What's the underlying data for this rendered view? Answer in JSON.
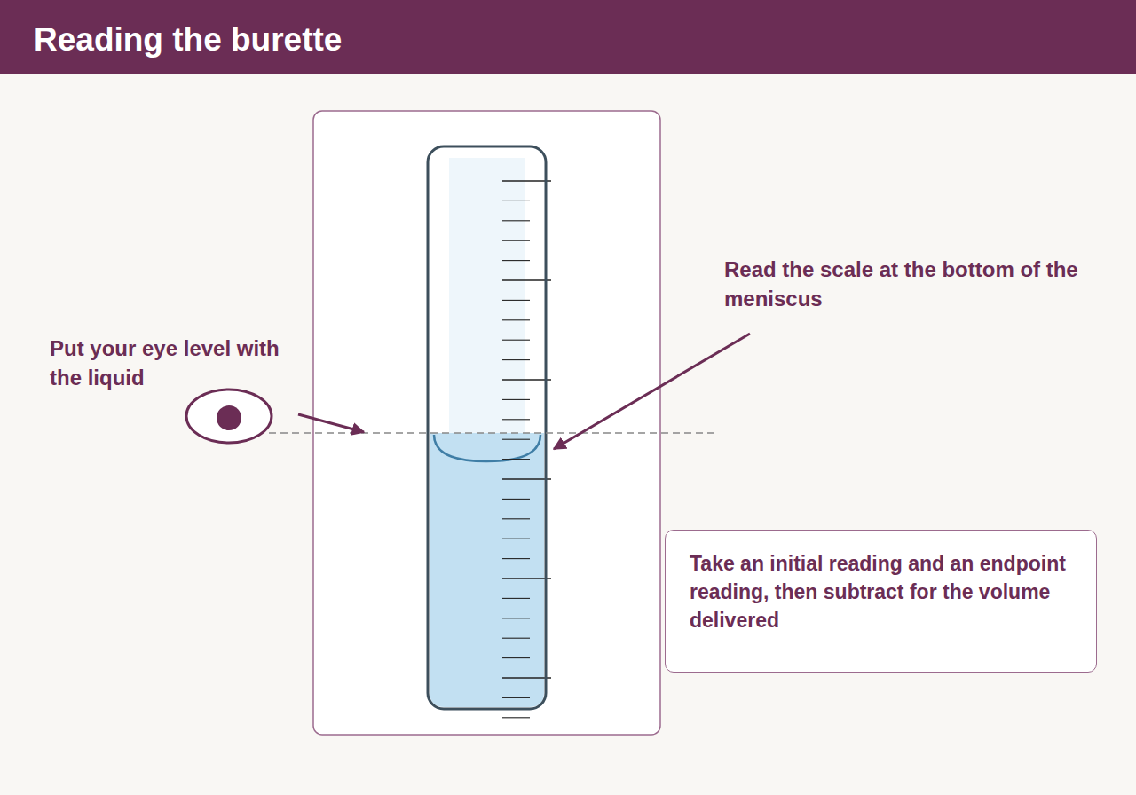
{
  "diagram": {
    "title": "Reading the burette",
    "nodes": [
      {
        "text": [
          "Take an initial reading and an endpoint reading, then subtract for the volume delivered"
        ]
      }
    ],
    "labels": [
      "Put your eye level with the liquid",
      "Read the scale at the bottom of the meniscus"
    ]
  }
}
